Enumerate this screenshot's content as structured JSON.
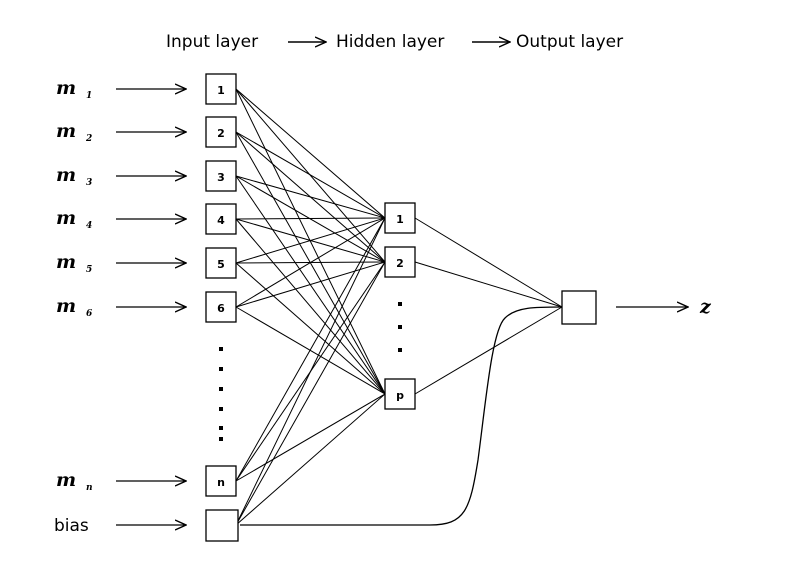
{
  "title": {
    "input": "Input layer",
    "hidden": "Hidden layer",
    "output": "Output layer"
  },
  "inputs": [
    {
      "symbol": "m",
      "subscript": "1",
      "node_label": "1"
    },
    {
      "symbol": "m",
      "subscript": "2",
      "node_label": "2"
    },
    {
      "symbol": "m",
      "subscript": "3",
      "node_label": "3"
    },
    {
      "symbol": "m",
      "subscript": "4",
      "node_label": "4"
    },
    {
      "symbol": "m",
      "subscript": "5",
      "node_label": "5"
    },
    {
      "symbol": "m",
      "subscript": "6",
      "node_label": "6"
    },
    {
      "symbol": "m",
      "subscript": "n",
      "node_label": "n"
    }
  ],
  "bias_label": "bias",
  "hidden_nodes": [
    {
      "node_label": "1"
    },
    {
      "node_label": "2"
    },
    {
      "node_label": "p"
    }
  ],
  "output_label": "z"
}
